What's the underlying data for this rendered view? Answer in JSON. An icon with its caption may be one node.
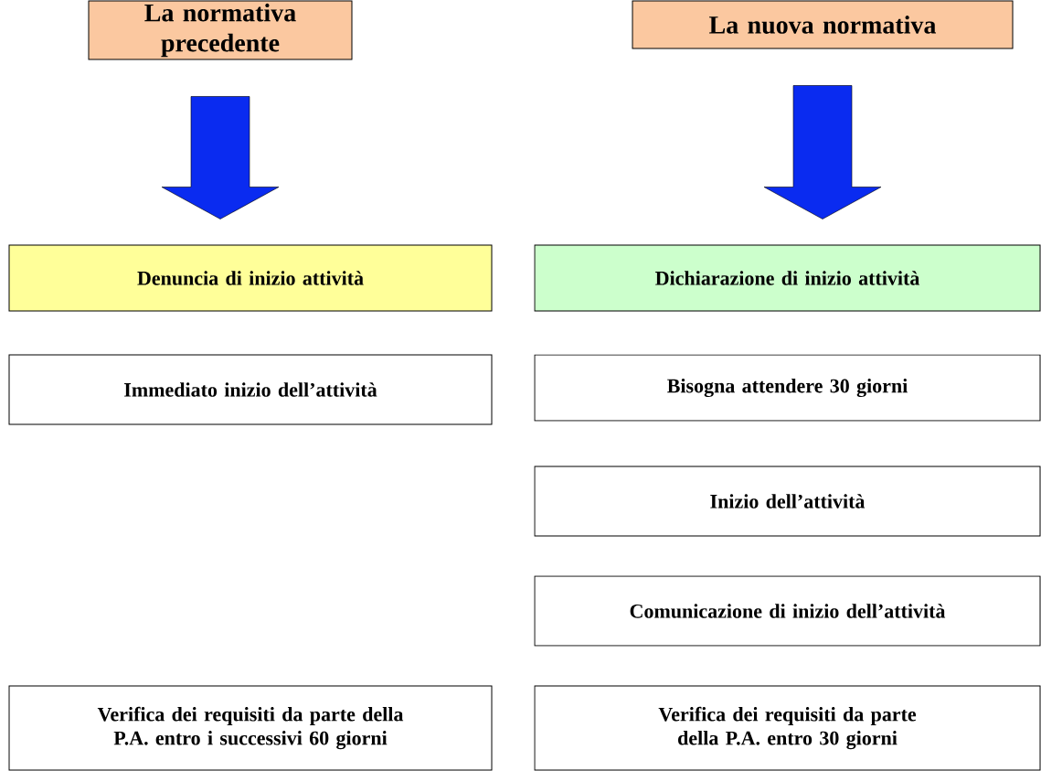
{
  "diagram": {
    "nodes": [
      {
        "text": [
          "La normativa precedente"
        ]
      },
      {
        "text": [
          "La nuova normativa"
        ]
      },
      {
        "text": [
          "Denuncia di inizio attività"
        ]
      },
      {
        "text": [
          "Dichiarazione di inizio attività"
        ]
      },
      {
        "text": [
          "Immediato inizio dell’attività"
        ]
      },
      {
        "text": [
          "Bisogna attendere 30 giorni"
        ]
      },
      {
        "text": [
          "Inizio dell’attività"
        ]
      },
      {
        "text": [
          "Comunicazione di inizio dell’attività"
        ]
      },
      {
        "text": [
          "Verifica dei requisiti da parte della P.A. entro i successivi 60 giorni"
        ]
      },
      {
        "text": [
          "Verifica dei requisiti da parte della P.A. entro 30 giorni"
        ]
      }
    ],
    "edges": [
      {
        "from": 0,
        "to": 2,
        "arrow": "to"
      },
      {
        "from": 1,
        "to": 3,
        "arrow": "to"
      }
    ]
  }
}
